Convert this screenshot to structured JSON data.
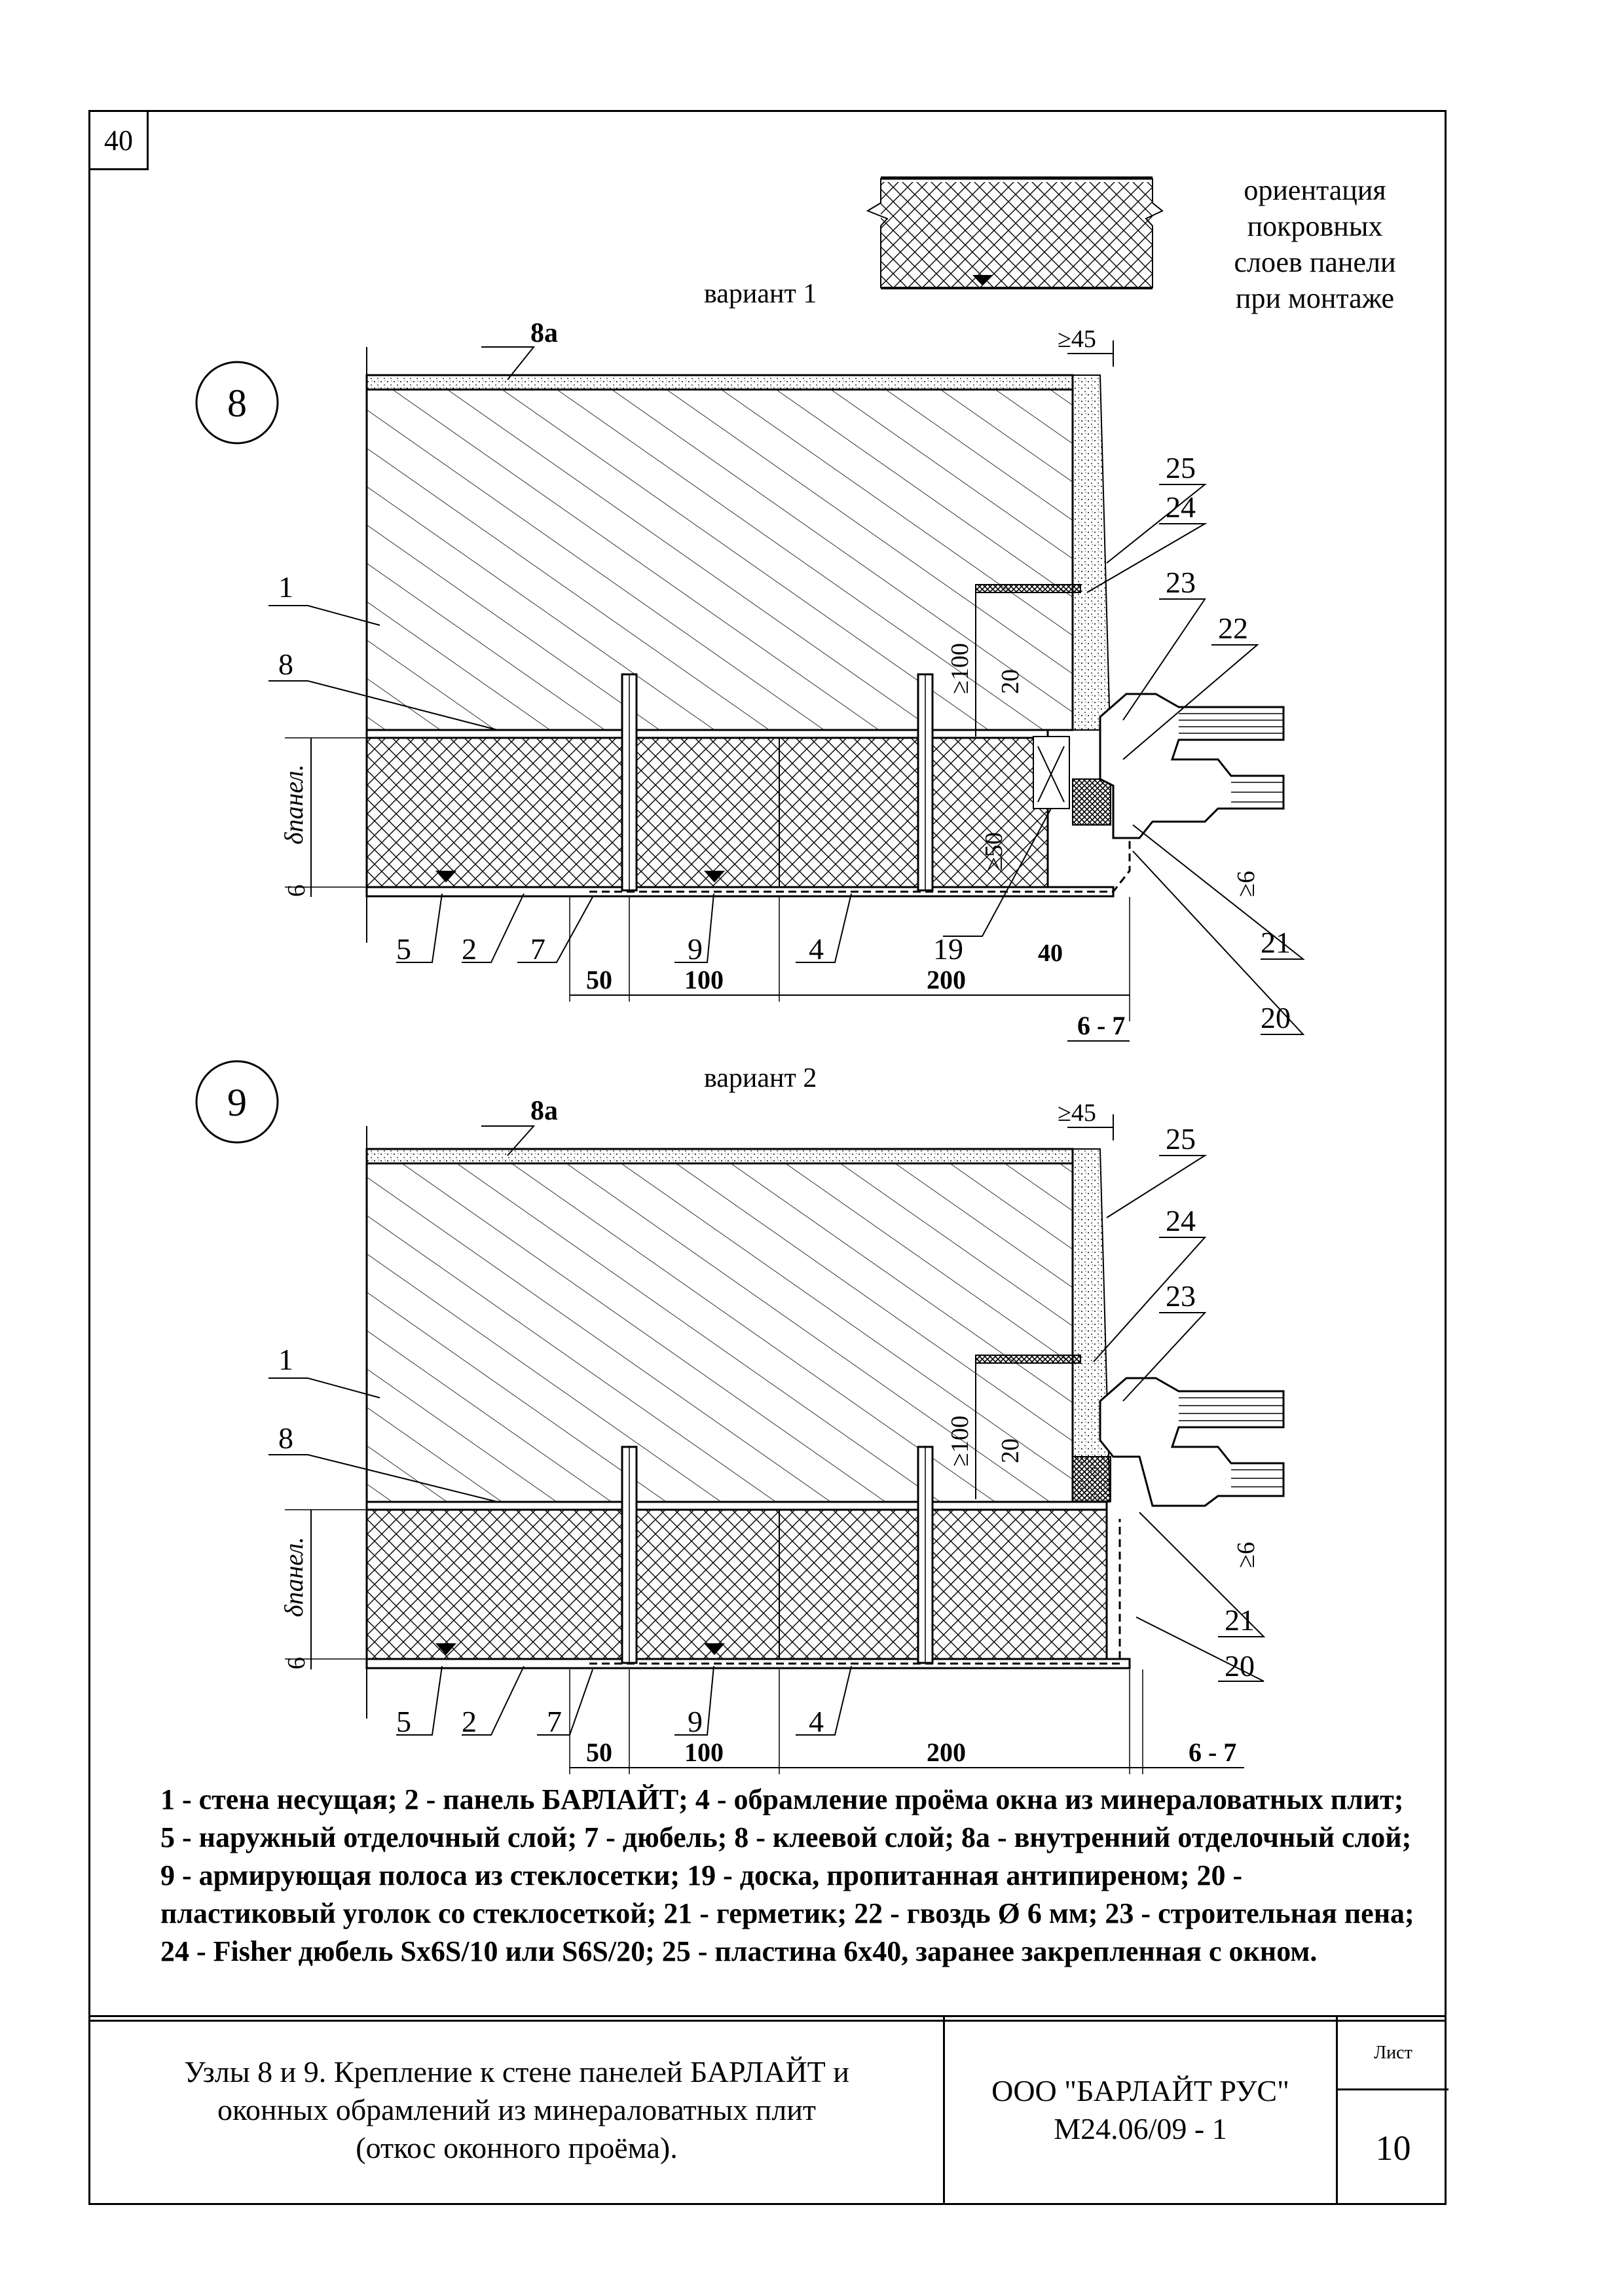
{
  "page_number": "40",
  "orientation": {
    "variant1_label": "вариант 1",
    "variant2_label": "вариант 2",
    "note_lines": [
      "ориентация",
      "покровных",
      "слоев панели",
      "при монтаже"
    ]
  },
  "node8": {
    "number": "8",
    "callouts": [
      "8а",
      "1",
      "8",
      "25",
      "24",
      "23",
      "22",
      "21",
      "20",
      "19",
      "5",
      "2",
      "7",
      "9",
      "4"
    ],
    "dims": [
      "≥45",
      "≥100",
      "20",
      "≥50",
      "≥6",
      "6",
      "δпанел.",
      "50",
      "100",
      "200",
      "40",
      "6 - 7"
    ]
  },
  "node9": {
    "number": "9",
    "callouts": [
      "8а",
      "1",
      "8",
      "25",
      "24",
      "23",
      "21",
      "20",
      "5",
      "2",
      "7",
      "9",
      "4"
    ],
    "dims": [
      "≥45",
      "≥100",
      "20",
      "≥6",
      "6",
      "δпанел.",
      "50",
      "100",
      "200",
      "6 - 7"
    ]
  },
  "legend": "1 - стена несущая; 2 - панель БАРЛАЙТ; 4 - обрамление проёма окна из минераловатных плит; 5 - наружный отделочный слой; 7 - дюбель; 8 - клеевой слой; 8а - внутренний отделочный слой;  9 - армирующая полоса из стеклосетки; 19 - доска, пропитанная антипиреном; 20 - пластиковый уголок со стеклосеткой; 21 - герметик; 22 - гвоздь Ø  6 мм; 23 - строительная пена; 24 - Fisher дюбель Sx6S/10 или S6S/20; 25 - пластина 6х40, заранее закрепленная с окном.",
  "title_block": {
    "title_lines": [
      "Узлы 8 и 9. Крепление к стене панелей БАРЛАЙТ и",
      "оконных обрамлений из минераловатных плит",
      "(откос оконного проёма)."
    ],
    "org": "ООО \"БАРЛАЙТ РУС\"",
    "doc_code": "М24.06/09 - 1",
    "sheet_label": "Лист",
    "sheet_number": "10"
  }
}
